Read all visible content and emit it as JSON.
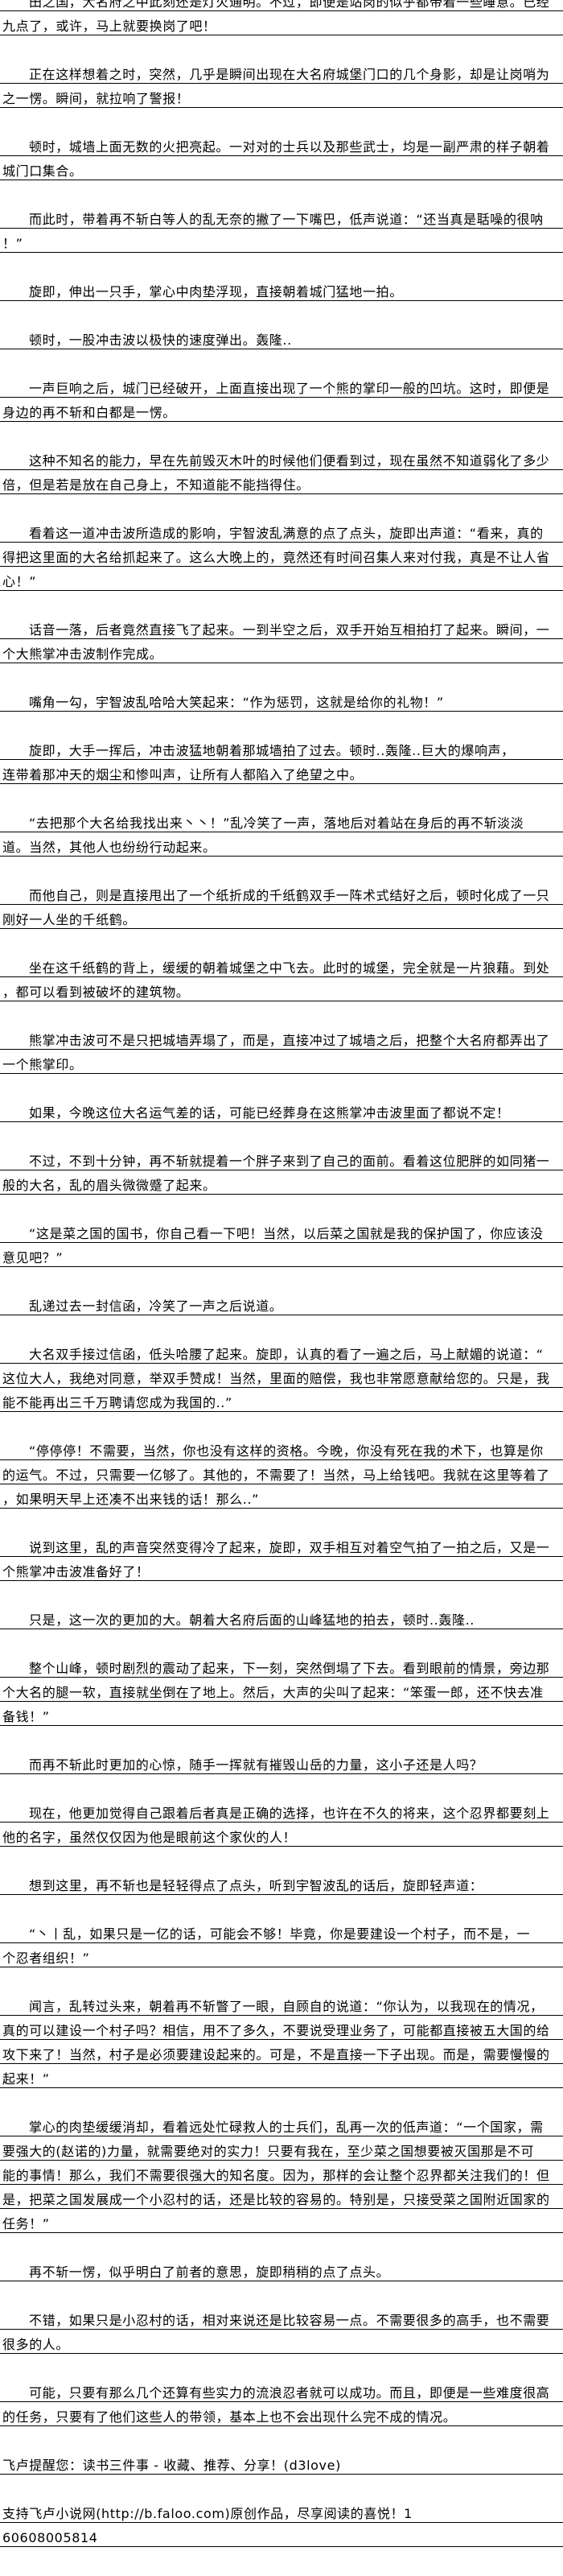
{
  "paragraphs": [
    {
      "lines": [
        "田之国，大名府之中此刻还是灯火通明。不过，即便是站岗的似乎都带着一些睡意。已经",
        "九点了，或许，马上就要换岗了吧！"
      ]
    },
    {
      "lines": [
        "正在这样想着之时，突然，几乎是瞬间出现在大名府城堡门口的几个身影，却是让岗哨为",
        "之一愣。瞬间，就拉响了警报！"
      ]
    },
    {
      "lines": [
        "顿时，城墙上面无数的火把亮起。一对对的士兵以及那些武士，均是一副严肃的样子朝着",
        "城门口集合。"
      ]
    },
    {
      "lines": [
        "而此时，带着再不斩白等人的乱无奈的撇了一下嘴巴，低声说道：“还当真是聒噪的很呐",
        "！”"
      ]
    },
    {
      "lines": [
        "旋即，伸出一只手，掌心中肉垫浮现，直接朝着城门猛地一拍。"
      ]
    },
    {
      "lines": [
        "顿时，一股冲击波以极快的速度弹出。轰隆.."
      ]
    },
    {
      "lines": [
        "一声巨响之后，城门已经破开，上面直接出现了一个熊的掌印一般的凹坑。这时，即便是",
        "身边的再不斩和白都是一愣。"
      ]
    },
    {
      "lines": [
        "这种不知名的能力，早在先前毁灭木叶的时候他们便看到过，现在虽然不知道弱化了多少",
        "倍，但是若是放在自己身上，不知道能不能挡得住。"
      ]
    },
    {
      "lines": [
        "看着这一道冲击波所造成的影响，宇智波乱满意的点了点头，旋即出声道：“看来，真的",
        "得把这里面的大名给抓起来了。这么大晚上的，竟然还有时间召集人来对付我，真是不让人省",
        "心！”"
      ]
    },
    {
      "lines": [
        "话音一落，后者竟然直接飞了起来。一到半空之后，双手开始互相拍打了起来。瞬间，一",
        "个大熊掌冲击波制作完成。"
      ]
    },
    {
      "lines": [
        "嘴角一勾，宇智波乱哈哈大笑起来：“作为惩罚，这就是给你的礼物！”"
      ]
    },
    {
      "lines": [
        "旋即，大手一挥后，冲击波猛地朝着那城墙拍了过去。顿时..轰隆..巨大的爆响声，",
        "连带着那冲天的烟尘和惨叫声，让所有人都陷入了绝望之中。"
      ]
    },
    {
      "lines": [
        "“去把那个大名给我找出来丶丶！”乱冷笑了一声，落地后对着站在身后的再不斩淡淡",
        "道。当然，其他人也纷纷行动起来。"
      ]
    },
    {
      "lines": [
        "而他自己，则是直接甩出了一个纸折成的千纸鹤双手一阵术式结好之后，顿时化成了一只",
        "刚好一人坐的千纸鹤。"
      ]
    },
    {
      "lines": [
        "坐在这千纸鹤的背上，缓缓的朝着城堡之中飞去。此时的城堡，完全就是一片狼藉。到处",
        "，都可以看到被破坏的建筑物。"
      ]
    },
    {
      "lines": [
        "熊掌冲击波可不是只把城墙弄塌了，而是，直接冲过了城墙之后，把整个大名府都弄出了",
        "一个熊掌印。"
      ]
    },
    {
      "lines": [
        "如果，今晚这位大名运气差的话，可能已经葬身在这熊掌冲击波里面了都说不定！"
      ]
    },
    {
      "lines": [
        "不过，不到十分钟，再不斩就提着一个胖子来到了自己的面前。看着这位肥胖的如同猪一",
        "般的大名，乱的眉头微微蹙了起来。"
      ]
    },
    {
      "lines": [
        "“这是菜之国的国书，你自己看一下吧！当然，以后菜之国就是我的保护国了，你应该没",
        "意见吧？”"
      ]
    },
    {
      "lines": [
        "乱递过去一封信函，冷笑了一声之后说道。"
      ]
    },
    {
      "lines": [
        "大名双手接过信函，低头哈腰了起来。旋即，认真的看了一遍之后，马上献媚的说道：“",
        "这位大人，我绝对同意，举双手赞成！当然，里面的赔偿，我也非常愿意献给您的。只是，我",
        "能不能再出三千万聘请您成为我国的..”"
      ]
    },
    {
      "lines": [
        "“停停停！不需要，当然，你也没有这样的资格。今晚，你没有死在我的术下，也算是你",
        "的运气。不过，只需要一亿够了。其他的，不需要了！当然，马上给钱吧。我就在这里等着了",
        "，如果明天早上还凑不出来钱的话！那么..”"
      ]
    },
    {
      "lines": [
        "说到这里，乱的声音突然变得冷了起来，旋即，双手相互对着空气拍了一拍之后，又是一",
        "个熊掌冲击波准备好了！"
      ]
    },
    {
      "lines": [
        "只是，这一次的更加的大。朝着大名府后面的山峰猛地的拍去，顿时..轰隆.."
      ]
    },
    {
      "lines": [
        "整个山峰，顿时剧烈的震动了起来，下一刻，突然倒塌了下去。看到眼前的情景，旁边那",
        "个大名的腿一软，直接就坐倒在了地上。然后，大声的尖叫了起来：“笨蛋一郎，还不快去准",
        "备钱！”"
      ]
    },
    {
      "lines": [
        "而再不斩此时更加的心惊，随手一挥就有摧毁山岳的力量，这小子还是人吗？"
      ]
    },
    {
      "lines": [
        "现在，他更加觉得自己跟着后者真是正确的选择，也许在不久的将来，这个忍界都要刻上",
        "他的名字，虽然仅仅因为他是眼前这个家伙的人！"
      ]
    },
    {
      "lines": [
        "想到这里，再不斩也是轻轻得点了点头，听到宇智波乱的话后，旋即轻声道："
      ]
    },
    {
      "lines": [
        "“丶丨乱，如果只是一亿的话，可能会不够！毕竟，你是要建设一个村子，而不是，一",
        "个忍者组织！”"
      ]
    },
    {
      "lines": [
        "闻言，乱转过头来，朝着再不斩瞥了一眼，自顾自的说道：“你认为，以我现在的情况，",
        "真的可以建设一个村子吗？相信，用不了多久，不要说受理业务了，可能都直接被五大国的给",
        "攻下来了！当然，村子是必须要建设起来的。可是，不是直接一下子出现。而是，需要慢慢的",
        "起来！”"
      ]
    },
    {
      "lines": [
        "掌心的肉垫缓缓消却，看着远处忙碌救人的士兵们，乱再一次的低声道：“一个国家，需",
        "要强大的(赵诺的)力量，就需要绝对的实力！只要有我在，至少菜之国想要被灭国那是不可",
        "能的事情！那么，我们不需要很强大的知名度。因为，那样的会让整个忍界都关注我们的！但",
        "是，把菜之国发展成一个小忍村的话，还是比较的容易的。特别是，只接受菜之国附近国家的",
        "任务！”"
      ]
    },
    {
      "lines": [
        "再不斩一愣，似乎明白了前者的意思，旋即稍稍的点了点头。"
      ]
    },
    {
      "lines": [
        "不错，如果只是小忍村的话，相对来说还是比较容易一点。不需要很多的高手，也不需要",
        "很多的人。"
      ]
    },
    {
      "lines": [
        "可能，只要有那么几个还算有些实力的流浪忍者就可以成功。而且，即便是一些难度很高",
        "的任务，只要有了他们这些人的带领，基本上也不会出现什么完不成的情况。"
      ]
    }
  ],
  "footer": [
    {
      "lines": [
        "飞卢提醒您：读书三件事 - 收藏、推荐、分享！(d3love)"
      ]
    },
    {
      "lines": [
        "支持飞卢小说网(http://b.faloo.com)原创作品，尽享阅读的喜悦！1",
        "60608005814"
      ]
    }
  ]
}
